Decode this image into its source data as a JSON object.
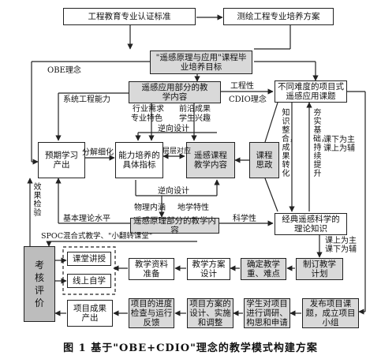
{
  "boxes": {
    "top_left": "工程教育专业认证标准",
    "top_right": "测绘工程专业培养方案",
    "grad_goal": "\"遥感原理与应用\"课程毕业培养目标",
    "app_content": "遥感应用部分的教学内容",
    "project_tasks": "不同难度的项目式遥感应用课题",
    "expected": "预期学习产出",
    "ability": "能力培养的具体指标",
    "course_content": "遥感课程教学内容",
    "ideology": "课程思政",
    "principle_content": "遥感原理部分的教学内容",
    "classic_theory": "经典遥感科学的理论知识",
    "assessment": "考核评价",
    "classroom": "课堂讲授",
    "online": "线上自学",
    "materials": "教学资料准备",
    "plan": "教学方案设计",
    "key_points": "确定教学重、难点",
    "make_plan": "制订教学计划",
    "outcome": "项目成果产出",
    "progress": "项目的进度检查与运行反馈",
    "design_impl": "项目方案的设计、实施和调整",
    "research": "学生对项目进行调研、构思和申请",
    "publish": "发布项目课题，成立项目小组"
  },
  "labels": {
    "obe": "OBE理念",
    "sys_eng": "系统工程能力",
    "eng_nature": "工程性",
    "cdio": "CDIO理念",
    "industry_req": "行业需求",
    "major_feature": "专业特色",
    "frontier": "前沿成果",
    "student_interest": "学生兴趣",
    "reverse_top": "逆向设计",
    "decompose": "分解细化",
    "level": "层层对应",
    "reverse_bottom": "逆向设计",
    "physical": "物理内涵",
    "earth": "地学特性",
    "basic_theory": "基本理论水平",
    "science": "科学性",
    "knowledge_integration": "知识整合，成果转化",
    "consolidate": "夯实基础，持续提升",
    "after_main": "课下为主课上为辅",
    "in_main": "课上为主课下为辅",
    "effect_check": "效果检验",
    "spoc": "SPOC混合式教学、\"小翻转课堂\""
  },
  "caption": "图 1 基于\"OBE+CDIO\"理念的教学模式构建方案"
}
